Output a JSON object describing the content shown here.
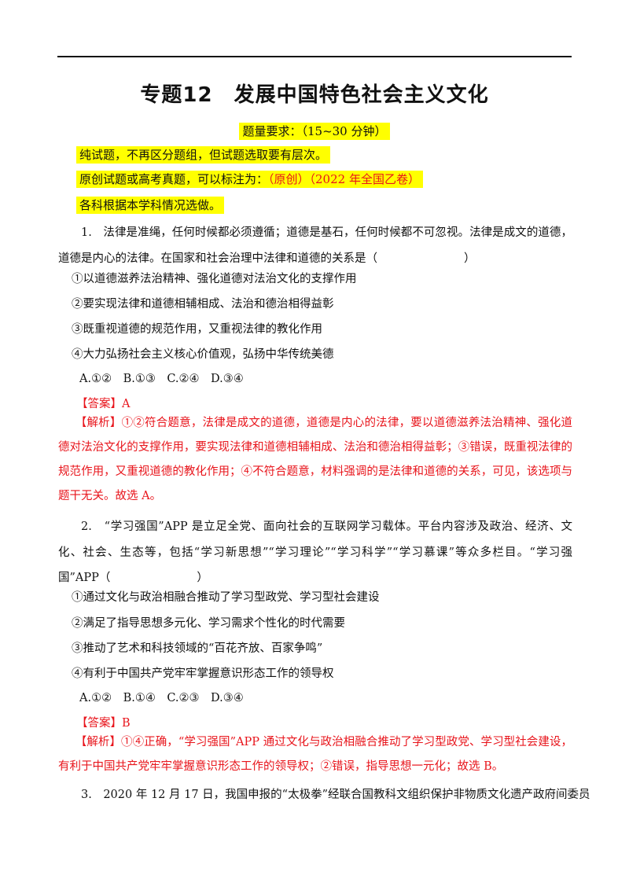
{
  "title": "专题12　发展中国特色社会主义文化",
  "requirements": "题量要求：（15~30 分钟）",
  "notes": [
    "纯试题，不再区分题组，但试题选取要有层次。",
    "原创试题或高考真题，可以标注为：",
    "（原创）（2022 年全国乙卷）",
    "各科根据本学科情况选做。"
  ],
  "q1": {
    "stem": "1.　法律是准绳，任何时候都必须遵循；道德是基石，任何时候都不可忽视。法律是成文的道德，道德是内心的法律。在国家和社会治理中法律和道德的关系是（",
    "stem_end": "）",
    "options": [
      "①以道德滋养法治精神、强化道德对法治文化的支撑作用",
      "②要实现法律和道德相辅相成、法治和德治相得益彰",
      "③既重视道德的规范作用，又重视法律的教化作用",
      "④大力弘扬社会主义核心价值观，弘扬中华传统美德"
    ],
    "choices": "A.①②　B.①③　C.②④　D.③④",
    "answer": "【答案】A",
    "explanation": "【解析】①②符合题意，法律是成文的道德，道德是内心的法律，要以道德滋养法治精神、强化道德对法治文化的支撑作用，要实现法律和道德相辅相成、法治和德治相得益彰；③错误，既重视法律的规范作用，又重视道德的教化作用；④不符合题意，材料强调的是法律和道德的关系，可见，该选项与题干无关。故选 A。"
  },
  "q2": {
    "stem": "2.　“学习强国”APP 是立足全党、面向社会的互联网学习载体。平台内容涉及政治、经济、文化、社会、生态等，包括“学习新思想”“学习理论”“学习科学”“学习慕课”等众多栏目。“学习强国”APP（",
    "stem_end": "）",
    "options": [
      "①通过文化与政治相融合推动了学习型政党、学习型社会建设",
      "②满足了指导思想多元化、学习需求个性化的时代需要",
      "③推动了艺术和科技领域的“百花齐放、百家争鸣”",
      "④有利于中国共产党牢牢掌握意识形态工作的领导权"
    ],
    "choices": "A.①②　B.①④　C.②③　D.③④",
    "answer": "【答案】B",
    "explanation": "【解析】①④正确，“学习强国”APP 通过文化与政治相融合推动了学习型政党、学习型社会建设，有利于中国共产党牢牢掌握意识形态工作的领导权；②错误，指导思想一元化；故选 B。"
  },
  "q3": {
    "stem": "3.　2020 年 12 月 17 日，我国申报的“太极拳”经联合国教科文组织保护非物质文化遗产政府间委员"
  }
}
